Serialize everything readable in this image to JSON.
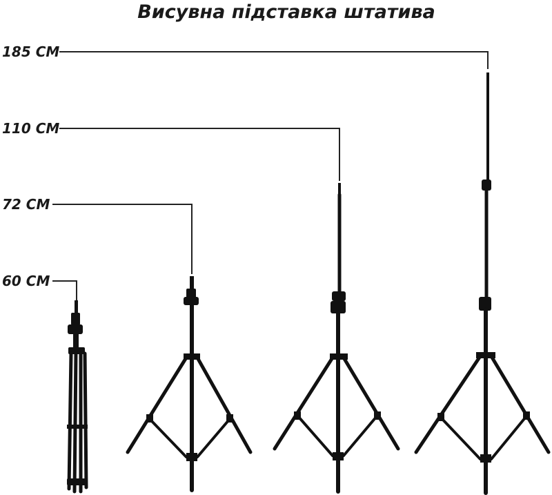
{
  "title": "Висувна підставка штатива",
  "heights": [
    {
      "label": "185 CM"
    },
    {
      "label": "110 CM"
    },
    {
      "label": "72 CM"
    },
    {
      "label": "60 CM"
    }
  ],
  "colors": {
    "text": "#1a1a1a",
    "stand": "#111111",
    "leader_line": "#222222",
    "background": "#ffffff"
  }
}
